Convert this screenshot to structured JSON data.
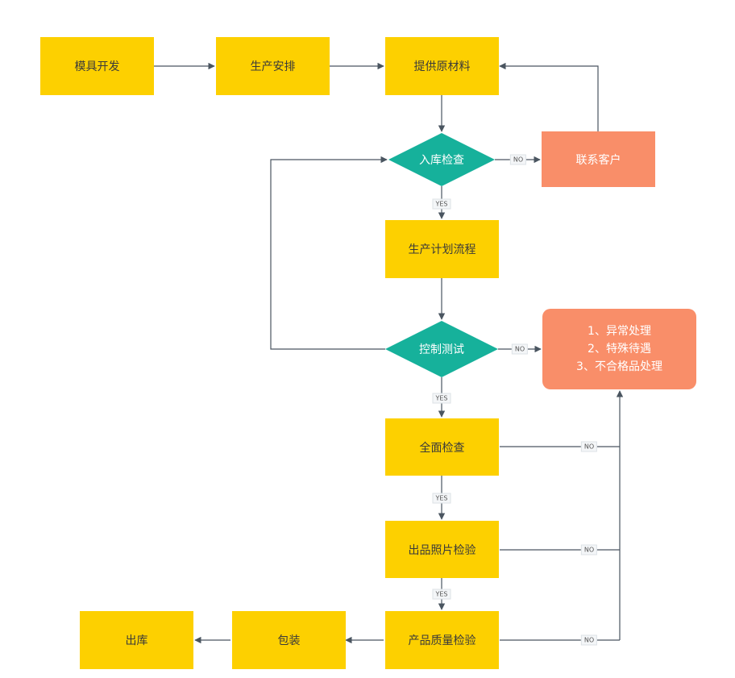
{
  "nodes": {
    "mold": "模具开发",
    "schedule": "生产安排",
    "material": "提供原材料",
    "inbound": "入库检查",
    "contact": "联系客户",
    "plan": "生产计划流程",
    "control": "控制测试",
    "handling": [
      "1、异常处理",
      "2、特殊待遇",
      "3、不合格品处理"
    ],
    "full": "全面检查",
    "photo": "出品照片检验",
    "quality": "产品质量检验",
    "pack": "包装",
    "out": "出库"
  },
  "edge_labels": {
    "yes": "YES",
    "no": "NO"
  },
  "colors": {
    "process": "#fdd000",
    "decision": "#16b19b",
    "alert": "#f98e69",
    "line": "#4a5560"
  }
}
